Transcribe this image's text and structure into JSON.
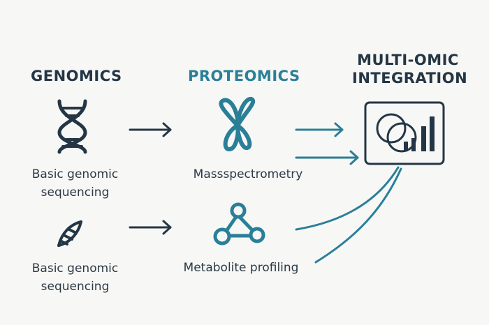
{
  "columns": {
    "genomics": {
      "title": "GENOMICS"
    },
    "proteomics": {
      "title": "PROTEOMICS"
    },
    "integration": {
      "title_line1": "MULTI-OMIC",
      "title_line2": "INTEGRATION"
    }
  },
  "items": {
    "genomic_top": {
      "line1": "Basic genomic",
      "line2": "sequencing",
      "icon": "dna-helix-icon"
    },
    "genomic_bottom": {
      "line1": "Basic genomic",
      "line2": "sequencing",
      "icon": "small-dna-icon"
    },
    "proteomic_top": {
      "label": "Massspectrometry",
      "icon": "protein-fold-icon"
    },
    "proteomic_bottom": {
      "label": "Metabolite profiling",
      "icon": "molecule-network-icon"
    },
    "integration_panel": {
      "icon": "venn-bar-chart-icon"
    }
  },
  "colors": {
    "dark": "#243645",
    "teal": "#2a7f98",
    "background": "#f7f7f5"
  }
}
